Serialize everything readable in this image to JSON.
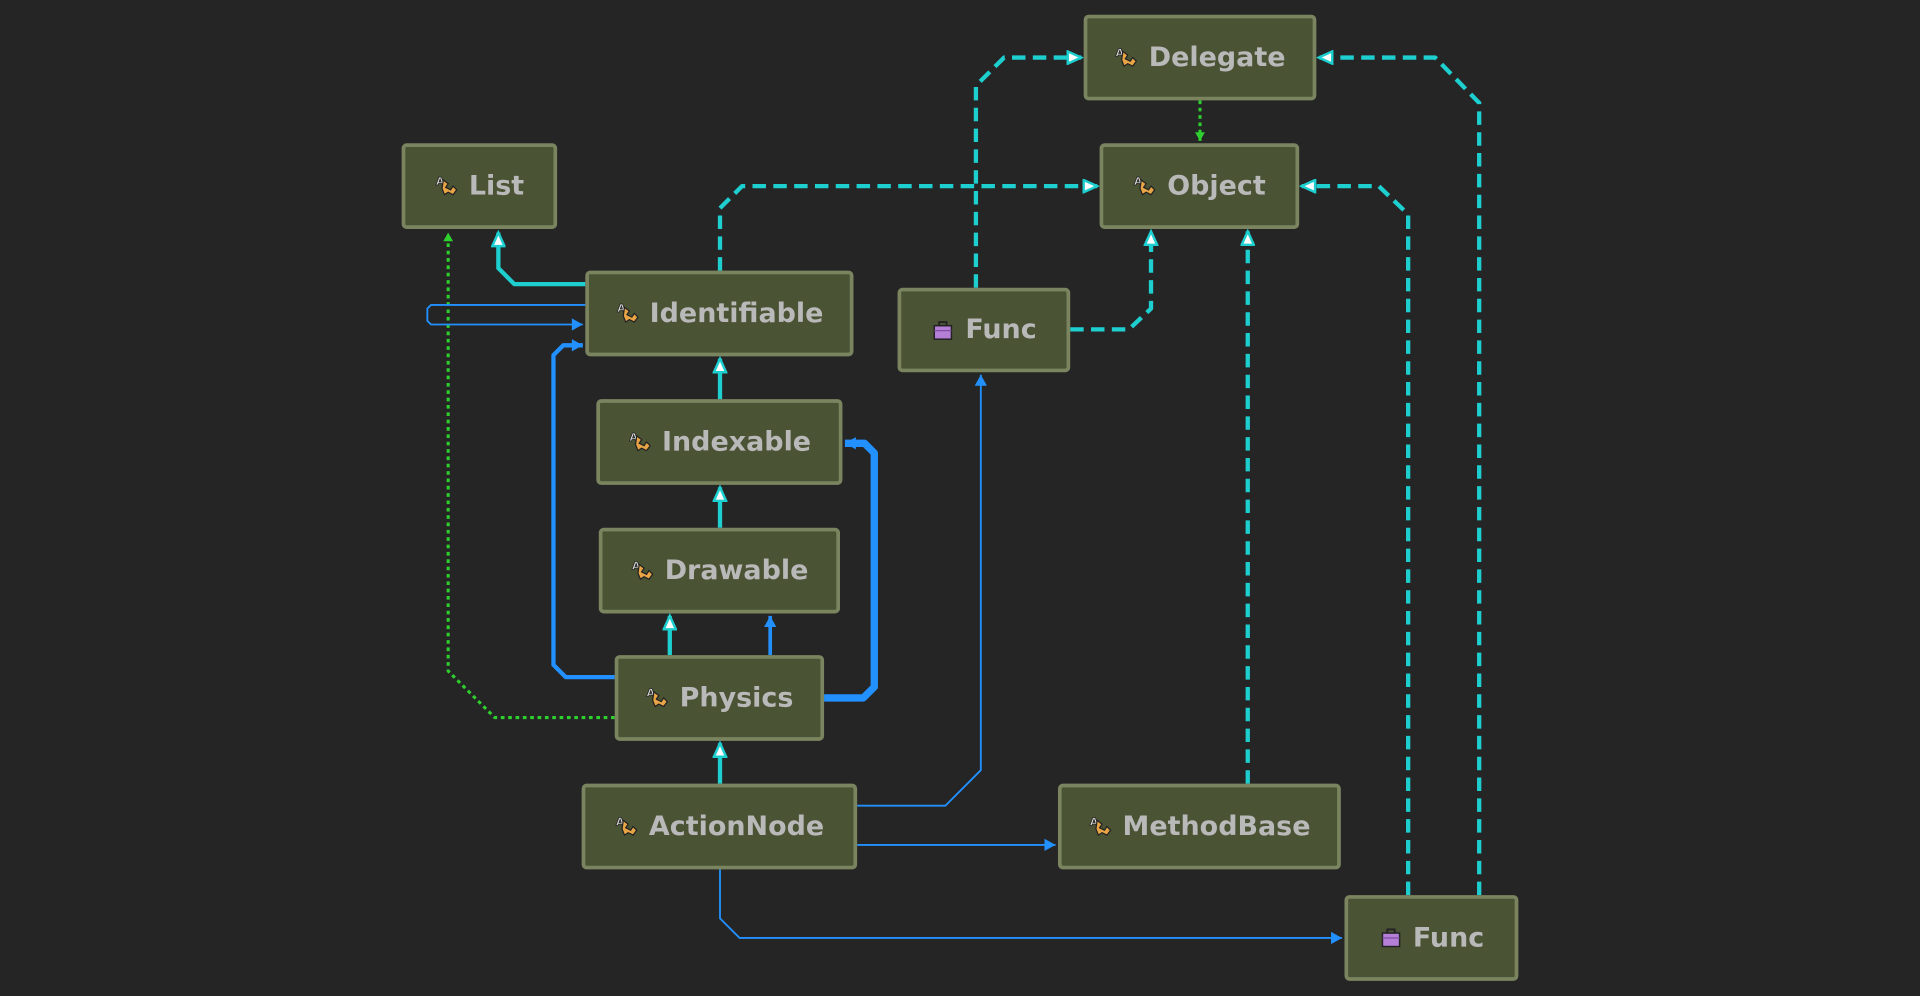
{
  "colors": {
    "background": "#252526",
    "node_fill": "#4b5335",
    "node_border": "#7a8560",
    "inheritance": "#1ecfd0",
    "association": "#2291ff",
    "dependency": "#2ed02e",
    "class_icon": "#e9a545",
    "delegate_icon": "#b57fd8"
  },
  "nodes": {
    "delegate": {
      "label": "Delegate",
      "icon": "class-icon"
    },
    "object": {
      "label": "Object",
      "icon": "class-icon"
    },
    "list": {
      "label": "List",
      "icon": "class-icon"
    },
    "identifiable": {
      "label": "Identifiable",
      "icon": "class-icon"
    },
    "func1": {
      "label": "Func",
      "icon": "delegate-briefcase-icon"
    },
    "indexable": {
      "label": "Indexable",
      "icon": "class-icon"
    },
    "drawable": {
      "label": "Drawable",
      "icon": "class-icon"
    },
    "physics": {
      "label": "Physics",
      "icon": "class-icon"
    },
    "actionnode": {
      "label": "ActionNode",
      "icon": "class-icon"
    },
    "methodbase": {
      "label": "MethodBase",
      "icon": "class-icon"
    },
    "func2": {
      "label": "Func",
      "icon": "delegate-briefcase-icon"
    }
  },
  "edges": [
    {
      "from": "Identifiable",
      "to": "List",
      "kind": "inheritance"
    },
    {
      "from": "Identifiable",
      "to": "Object",
      "kind": "inheritance-dashed"
    },
    {
      "from": "Func",
      "to": "Delegate",
      "kind": "inheritance-dashed"
    },
    {
      "from": "Func",
      "to": "Object",
      "kind": "inheritance-dashed"
    },
    {
      "from": "Delegate",
      "to": "Object",
      "kind": "dependency"
    },
    {
      "from": "MethodBase",
      "to": "Object",
      "kind": "inheritance-dashed"
    },
    {
      "from": "Func",
      "to": "Object",
      "kind": "inheritance-dashed"
    },
    {
      "from": "Func",
      "to": "Delegate",
      "kind": "inheritance-dashed"
    },
    {
      "from": "Indexable",
      "to": "Identifiable",
      "kind": "inheritance"
    },
    {
      "from": "Drawable",
      "to": "Indexable",
      "kind": "inheritance"
    },
    {
      "from": "Physics",
      "to": "Drawable",
      "kind": "inheritance"
    },
    {
      "from": "Physics",
      "to": "Drawable",
      "kind": "association"
    },
    {
      "from": "ActionNode",
      "to": "Physics",
      "kind": "inheritance"
    },
    {
      "from": "Physics",
      "to": "List",
      "kind": "dependency"
    },
    {
      "from": "Physics",
      "to": "Identifiable",
      "kind": "association"
    },
    {
      "from": "Identifiable",
      "to": "Identifiable",
      "kind": "association"
    },
    {
      "from": "Physics",
      "to": "Indexable",
      "kind": "association"
    },
    {
      "from": "ActionNode",
      "to": "Func",
      "kind": "association"
    },
    {
      "from": "ActionNode",
      "to": "MethodBase",
      "kind": "association"
    },
    {
      "from": "ActionNode",
      "to": "Func",
      "kind": "association"
    }
  ]
}
